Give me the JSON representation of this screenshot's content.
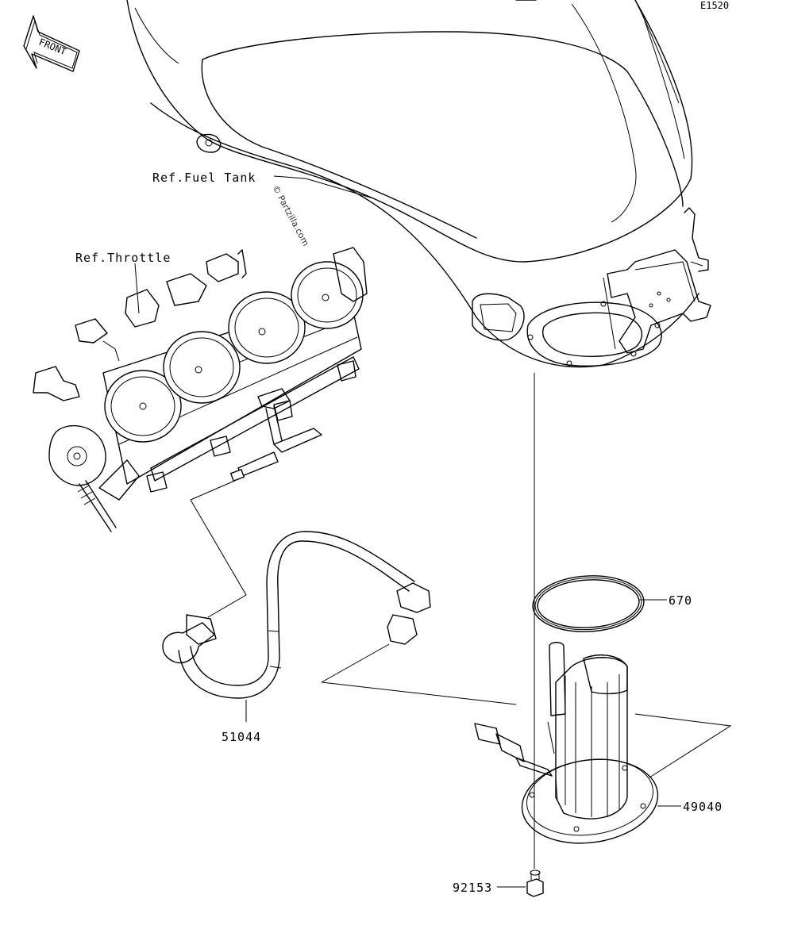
{
  "diagram": {
    "code": "E1520",
    "front_label": "FRONT",
    "watermark": "© Partzilla.com",
    "footer_lines": [
      "",
      ""
    ],
    "references": {
      "fuel_tank": "Ref.Fuel Tank",
      "throttle": "Ref.Throttle"
    },
    "parts": [
      {
        "number": "670"
      },
      {
        "number": "51044"
      },
      {
        "number": "49040"
      },
      {
        "number": "92153"
      }
    ]
  }
}
